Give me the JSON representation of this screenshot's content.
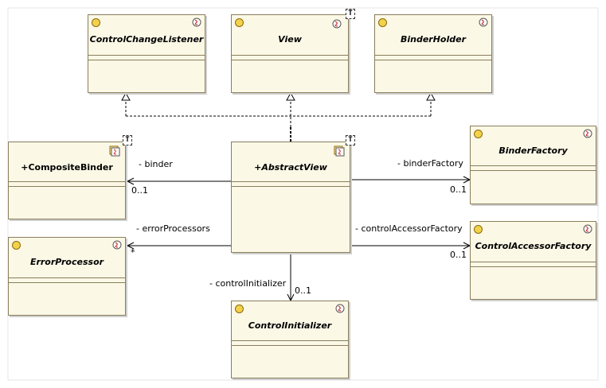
{
  "classes": {
    "control_change_listener": {
      "name": "ControlChangeListener"
    },
    "view": {
      "name": "View",
      "badge": "T"
    },
    "binder_holder": {
      "name": "BinderHolder"
    },
    "composite_binder": {
      "name": "+CompositeBinder",
      "badge": "T"
    },
    "abstract_view": {
      "name": "+AbstractView",
      "badge": "T"
    },
    "binder_factory": {
      "name": "BinderFactory"
    },
    "error_processor": {
      "name": "ErrorProcessor"
    },
    "control_accessor_factory": {
      "name": "ControlAccessorFactory"
    },
    "control_initializer": {
      "name": "ControlInitializer"
    }
  },
  "associations": {
    "binder": {
      "role": "- binder",
      "multiplicity": "0..1"
    },
    "binder_factory": {
      "role": "- binderFactory",
      "multiplicity": "0..1"
    },
    "error_processors": {
      "role": "- errorProcessors",
      "multiplicity": "*"
    },
    "control_accessor_factory": {
      "role": "- controlAccessorFactory",
      "multiplicity": "0..1"
    },
    "control_initializer": {
      "role": "- controlInitializer",
      "multiplicity": "0..1"
    }
  },
  "colors": {
    "class_fill": "#fbf8e6",
    "class_border": "#8a7e5c",
    "line": "#000000"
  }
}
